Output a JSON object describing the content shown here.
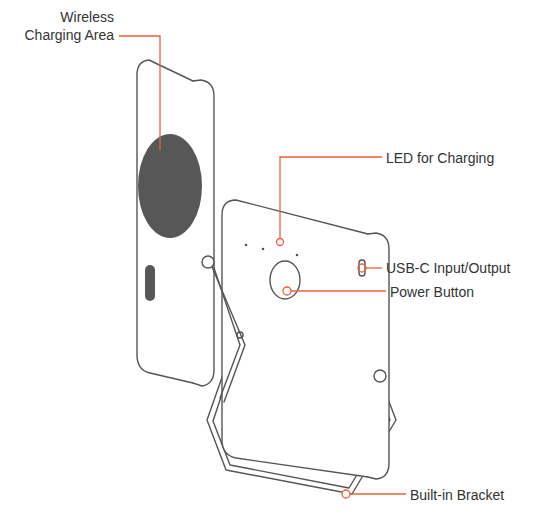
{
  "diagram": {
    "labels": [
      "Wireless Charging Area",
      "LED for Charging",
      "USB-C Input/Output",
      "Power Button",
      "Built-in Bracket"
    ]
  }
}
